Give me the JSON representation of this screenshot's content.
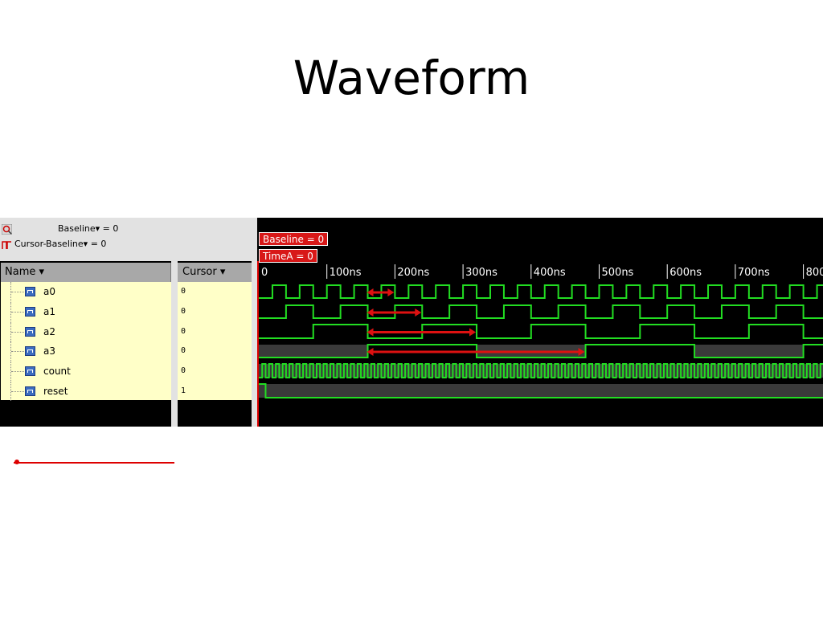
{
  "slide": {
    "title": "Waveform"
  },
  "header": {
    "baseline_label": "Baseline",
    "baseline_value": "= 0",
    "cursor_baseline_label": "Cursor-Baseline",
    "cursor_baseline_value": "= 0",
    "dropdown_arrow": "▾"
  },
  "columns": {
    "name": "Name ▾",
    "cursor": "Cursor ▾"
  },
  "signals": [
    {
      "name": "a0",
      "cursor_value": "0"
    },
    {
      "name": "a1",
      "cursor_value": "0"
    },
    {
      "name": "a2",
      "cursor_value": "0"
    },
    {
      "name": "a3",
      "cursor_value": "0"
    },
    {
      "name": "count",
      "cursor_value": "0"
    },
    {
      "name": "reset",
      "cursor_value": "1"
    }
  ],
  "waveform": {
    "baseline_tag": "Baseline = 0",
    "timea_tag": "TimeA = 0",
    "time_ticks": [
      "0",
      "100ns",
      "200ns",
      "300ns",
      "400ns",
      "500ns",
      "600ns",
      "700ns",
      "800"
    ],
    "signal_color": "#22dd22",
    "shade_color": "#3a3a3a",
    "arrow_color": "#dd1111",
    "periods_ns": {
      "a0": 40,
      "a1": 80,
      "a2": 160,
      "a3": 320,
      "count": 10
    },
    "reset_release_ns": 10,
    "arrows_ns": [
      {
        "signal": "a0",
        "from": 160,
        "to": 200
      },
      {
        "signal": "a1",
        "from": 160,
        "to": 240
      },
      {
        "signal": "a2",
        "from": 160,
        "to": 320
      },
      {
        "signal": "a3",
        "from": 160,
        "to": 480
      }
    ]
  }
}
